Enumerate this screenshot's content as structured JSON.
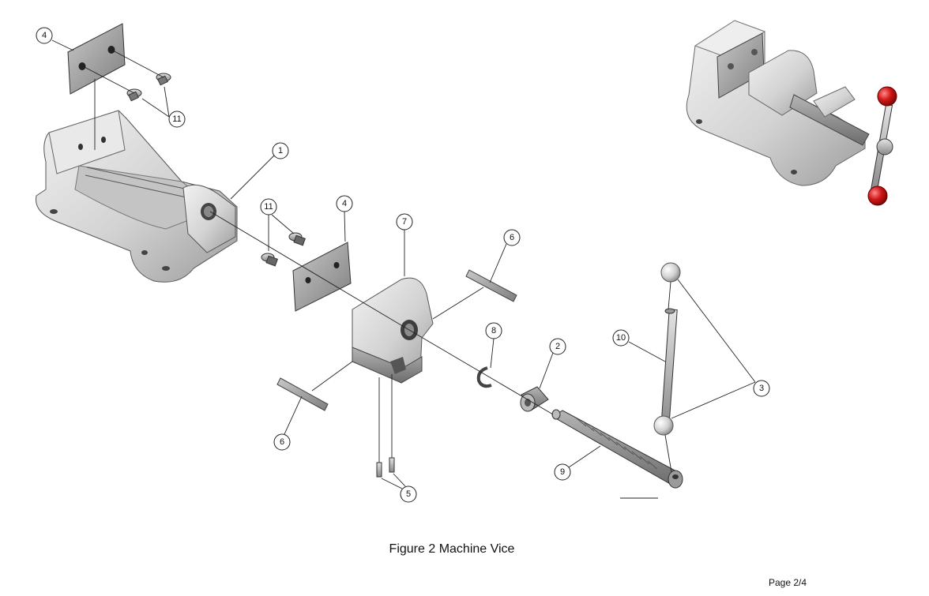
{
  "caption": "Figure 2 Machine Vice",
  "page_label": "Page 2/4",
  "callouts": [
    "4",
    "11",
    "1",
    "11",
    "4",
    "7",
    "6",
    "8",
    "2",
    "10",
    "3",
    "6",
    "9",
    "5"
  ],
  "colors": {
    "part_fill": "#d6d6d6",
    "part_shade": "#a9a9a9",
    "handle_ball": "#c81414"
  }
}
